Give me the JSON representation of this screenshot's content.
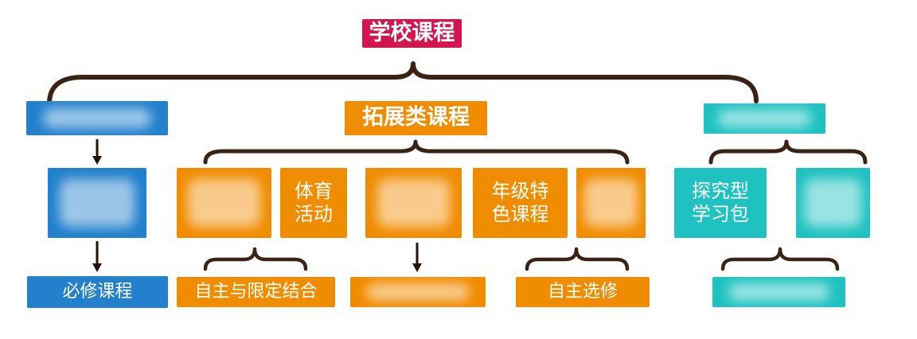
{
  "diagram": {
    "title": {
      "label": "学校课程",
      "bg": "#d4164f"
    },
    "connector_color": "#3a2315",
    "arrow_color": "#241309",
    "left_branch": {
      "color": "#2280cc",
      "level1": {
        "blurred": true
      },
      "level2": {
        "blurred": true
      },
      "level3": {
        "label": "必修课程"
      }
    },
    "center_branch": {
      "color": "#f08c00",
      "level1": {
        "label": "拓展类课程"
      },
      "level2": [
        {
          "blurred": true
        },
        {
          "label": "体育\n活动"
        },
        {
          "blurred": true
        },
        {
          "label": "年级特\n色课程"
        },
        {
          "blurred": true
        }
      ],
      "level3": [
        {
          "label": "自主与限定结合"
        },
        {
          "blurred": true
        },
        {
          "label": "自主选修"
        }
      ]
    },
    "right_branch": {
      "color": "#1fc2c0",
      "level1": {
        "blurred": true
      },
      "level2": [
        {
          "label": "探究型\n学习包"
        },
        {
          "blurred": true
        }
      ],
      "level3": [
        {
          "blurred": true
        }
      ]
    }
  }
}
